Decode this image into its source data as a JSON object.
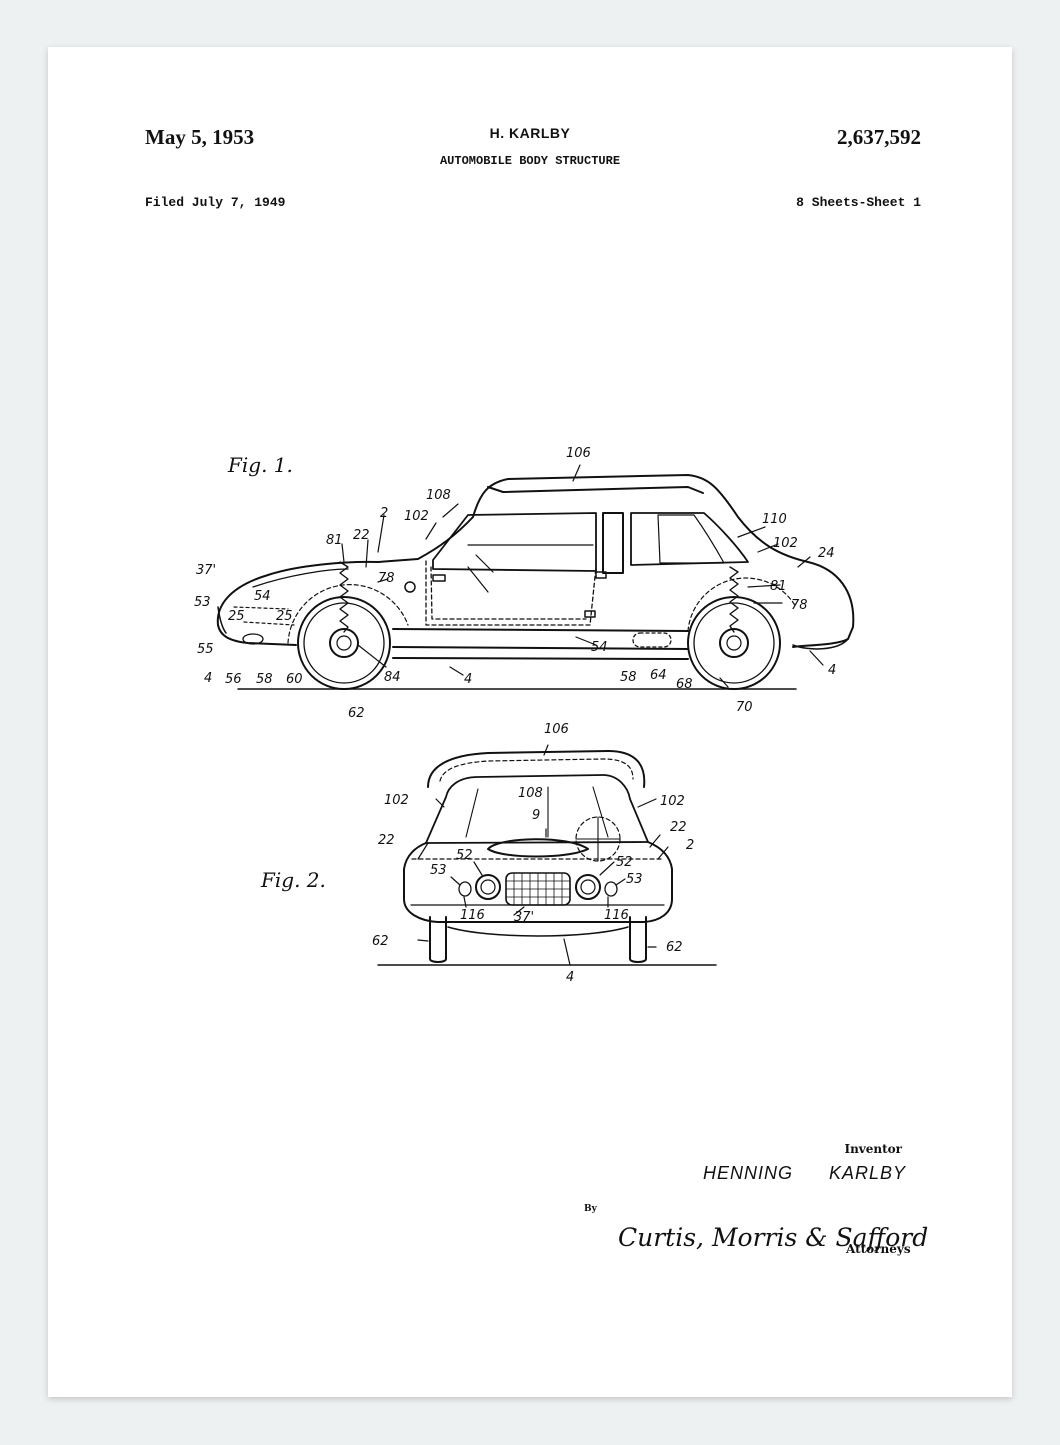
{
  "header": {
    "date": "May 5, 1953",
    "inventor": "H. KARLBY",
    "title": "AUTOMOBILE BODY STRUCTURE",
    "patent_number": "2,637,592",
    "filed": "Filed July 7, 1949",
    "sheets": "8 Sheets-Sheet 1"
  },
  "figures": {
    "fig1": {
      "label": "Fig. 1.",
      "callouts": [
        "106",
        "108",
        "102",
        "2",
        "22",
        "81",
        "37'",
        "53",
        "54",
        "25",
        "25",
        "55",
        "4",
        "56",
        "58",
        "60",
        "78",
        "84",
        "4",
        "62",
        "54",
        "58",
        "64",
        "68",
        "70",
        "110",
        "102",
        "24",
        "81",
        "78",
        "4"
      ]
    },
    "fig2": {
      "label": "Fig. 2.",
      "callouts": [
        "106",
        "102",
        "108",
        "102",
        "9",
        "22",
        "22",
        "2",
        "52",
        "52",
        "53",
        "53",
        "116",
        "37'",
        "116",
        "62",
        "62",
        "4"
      ]
    }
  },
  "signature": {
    "inventor_label": "Inventor",
    "inventor_name": "HENNING KARLBY",
    "by": "By",
    "attorneys_signature": "Curtis, Morris & Safford",
    "attorneys_label": "Attorneys"
  }
}
